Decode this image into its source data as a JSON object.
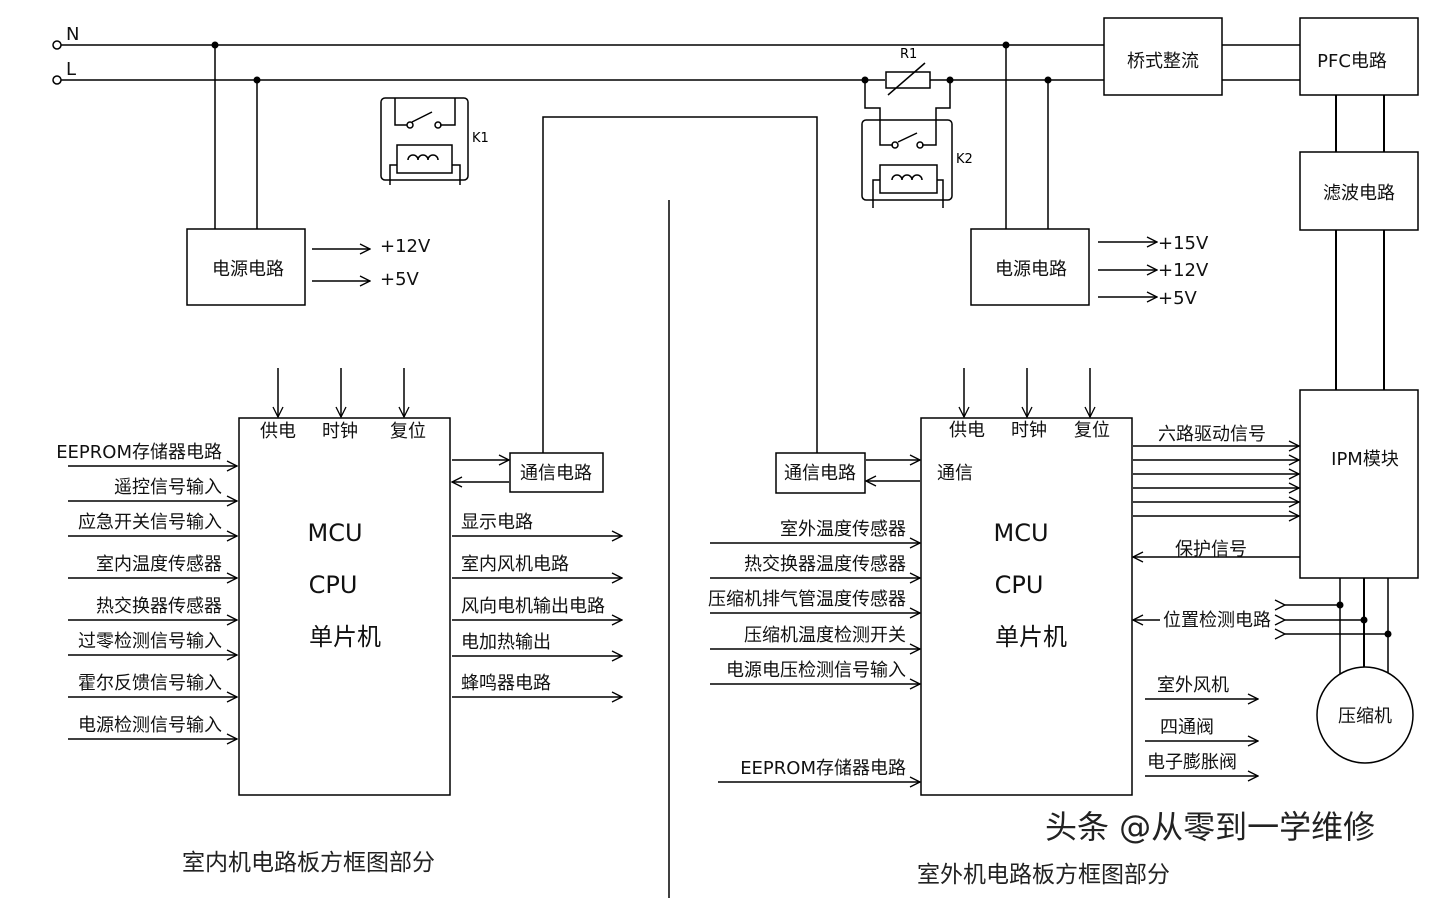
{
  "mains": {
    "n_label": "N",
    "l_label": "L"
  },
  "components": {
    "relay_k1": "K1",
    "relay_k2": "K2",
    "resistor_r1": "R1",
    "bridge_rectifier": "桥式整流",
    "pfc_circuit": "PFC电路",
    "filter_circuit": "滤波电路",
    "ipm_module": "IPM模块",
    "compressor": "压缩机"
  },
  "indoor": {
    "power_circuit": "电源电路",
    "power_outputs": [
      "+12V",
      "+5V"
    ],
    "mcu_top_inputs": [
      "供电",
      "时钟",
      "复位"
    ],
    "mcu_lines": [
      "MCU",
      "CPU",
      "单片机"
    ],
    "comm_circuit": "通信电路",
    "inputs": [
      "EEPROM存储器电路",
      "遥控信号输入",
      "应急开关信号输入",
      "室内温度传感器",
      "热交换器传感器",
      "过零检测信号输入",
      "霍尔反馈信号输入",
      "电源检测信号输入"
    ],
    "outputs": [
      "显示电路",
      "室内风机电路",
      "风向电机输出电路",
      "电加热输出",
      "蜂鸣器电路"
    ],
    "caption": "室内机电路板方框图部分"
  },
  "outdoor": {
    "power_circuit": "电源电路",
    "power_outputs": [
      "+15V",
      "+12V",
      "+5V"
    ],
    "mcu_top_inputs": [
      "供电",
      "时钟",
      "复位"
    ],
    "mcu_comm_label": "通信",
    "mcu_lines": [
      "MCU",
      "CPU",
      "单片机"
    ],
    "comm_circuit": "通信电路",
    "inputs": [
      "室外温度传感器",
      "热交换器温度传感器",
      "压缩机排气管温度传感器",
      "压缩机温度检测开关",
      "电源电压检测信号输入",
      "EEPROM存储器电路"
    ],
    "drive_signal": "六路驱动信号",
    "protection_signal": "保护信号",
    "position_detect": "位置检测电路",
    "outputs": [
      "室外风机",
      "四通阀",
      "电子膨胀阀"
    ],
    "caption": "室外机电路板方框图部分"
  },
  "watermark": "头条 @从零到一学维修"
}
